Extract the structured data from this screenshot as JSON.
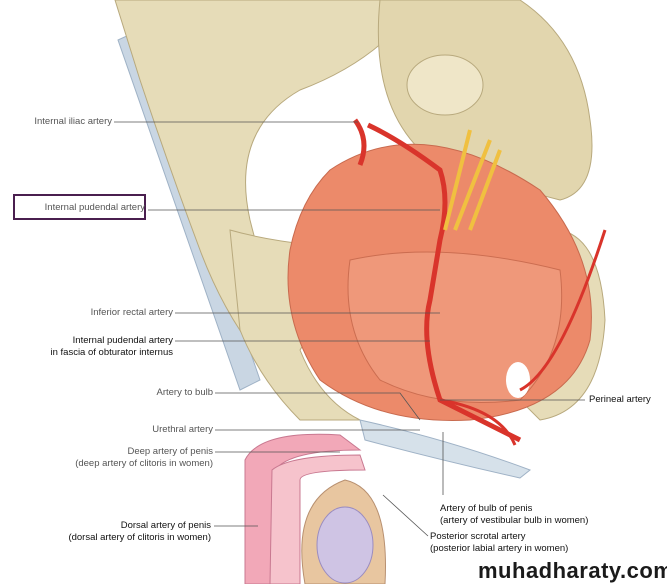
{
  "labels": {
    "internal_iliac": "Internal iliac artery",
    "internal_pudendal": "Internal pudendal artery",
    "inferior_rectal": "Inferior rectal artery",
    "internal_pudendal_fascia_1": "Internal pudendal artery",
    "internal_pudendal_fascia_2": "in fascia of obturator internus",
    "artery_to_bulb": "Artery to bulb",
    "urethral": "Urethral artery",
    "deep_artery_1": "Deep artery of penis",
    "deep_artery_2": "(deep artery of clitoris in women)",
    "perineal": "Perineal artery",
    "bulb_artery_1": "Artery of bulb of penis",
    "bulb_artery_2": "(artery of vestibular bulb in women)",
    "dorsal_artery_1": "Dorsal artery of penis",
    "dorsal_artery_2": "(dorsal artery of clitoris in women)",
    "posterior_scrotal_1": "Posterior scrotal artery",
    "posterior_scrotal_2": "(posterior labial artery in women)"
  },
  "watermark": "muhadharaty.com",
  "colors": {
    "bone": "#e6dcb8",
    "muscle": "#ec8a6a",
    "artery": "#d9342b",
    "nerve": "#f0c040",
    "highlight_box": "#4a1f4f",
    "penis": "#f2a8b8"
  }
}
